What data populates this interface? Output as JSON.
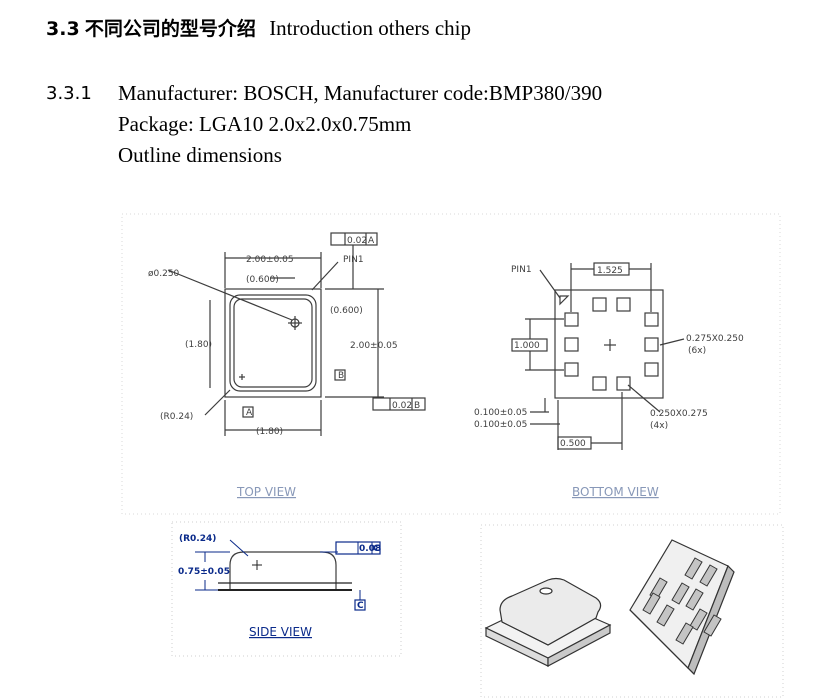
{
  "section": {
    "number": "3.3",
    "title_cn": "不同公司的型号介绍",
    "title_en": "Introduction others chip"
  },
  "subsection": {
    "number": "3.3.1",
    "manufacturer": "Manufacturer: BOSCH, Manufacturer code:BMP380/390",
    "package": "Package: LGA10 2.0x2.0x0.75mm",
    "outline": "Outline dimensions"
  },
  "drawing": {
    "top_view": {
      "label": "TOP VIEW",
      "dims": [
        "ø0.250",
        "2.00±0.05",
        "(0.600)",
        "PIN1",
        "(0.600)",
        "(1.80)",
        "2.00±0.05",
        "(R0.24)",
        "(1.80)"
      ],
      "datums": [
        "A",
        "B",
        "0.02",
        "A",
        "0.02",
        "B"
      ]
    },
    "bottom_view": {
      "label": "BOTTOM VIEW",
      "dims": [
        "PIN1",
        "1.525",
        "1.000",
        "0.275X0.250",
        "(6x)",
        "0.100±0.05",
        "0.100±0.05",
        "0.250X0.275",
        "(4x)",
        "0.500"
      ]
    },
    "side_view": {
      "label": "SIDE VIEW",
      "dims": [
        "(R0.24)",
        "0.75±0.05",
        "0.08",
        "C"
      ]
    }
  }
}
